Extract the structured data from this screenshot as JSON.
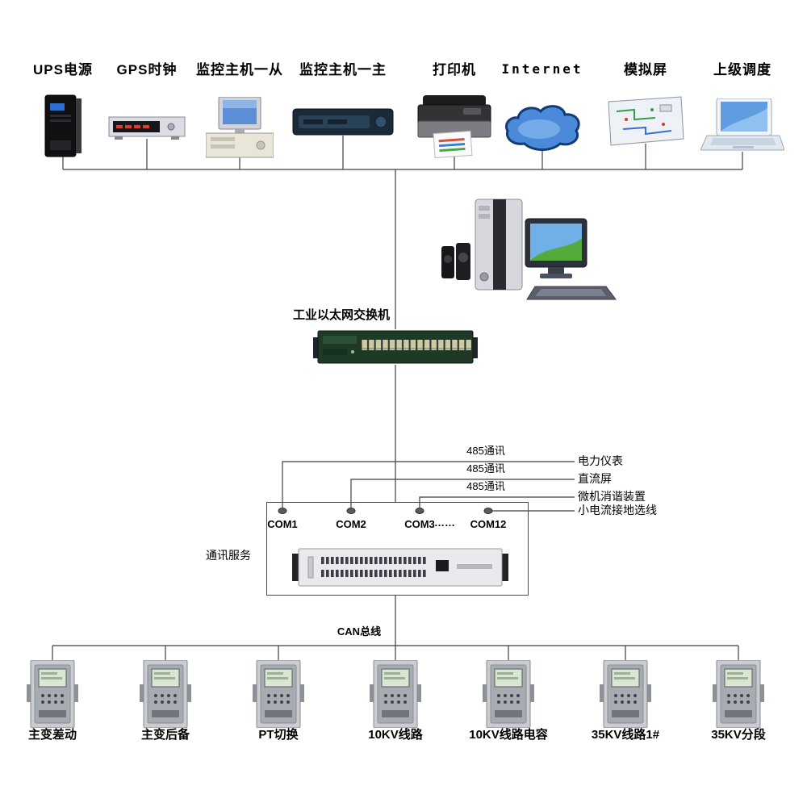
{
  "top_devices": [
    {
      "label": "UPS电源"
    },
    {
      "label": "GPS时钟"
    },
    {
      "label": "监控主机一从"
    },
    {
      "label": "监控主机一主"
    },
    {
      "label": "打印机"
    },
    {
      "label": "Internet"
    },
    {
      "label": "模拟屏"
    },
    {
      "label": "上级调度"
    }
  ],
  "ethernet_switch": {
    "label": "工业以太网交换机"
  },
  "rs485": {
    "bus_labels": [
      "485通讯",
      "485通讯",
      "485通讯"
    ],
    "peripherals": [
      "电力仪表",
      "直流屏",
      "微机消谐装置",
      "小电流接地选线"
    ]
  },
  "comm_server": {
    "label": "通讯服务",
    "com_ports": [
      "COM1",
      "COM2",
      "COM3",
      "COM12"
    ],
    "ellipsis": "……"
  },
  "can_bus": {
    "label": "CAN总线"
  },
  "bottom_devices": [
    {
      "label": "主变差动"
    },
    {
      "label": "主变后备"
    },
    {
      "label": "PT切换"
    },
    {
      "label": "10KV线路"
    },
    {
      "label": "10KV线路电容"
    },
    {
      "label": "35KV线路1#"
    },
    {
      "label": "35KV分段"
    }
  ],
  "colors": {
    "line": "#3f3f3f",
    "cloud_blue": "#4a8ad8",
    "lcd_green": "#d9e6d2",
    "led_red": "#e43b2e"
  }
}
